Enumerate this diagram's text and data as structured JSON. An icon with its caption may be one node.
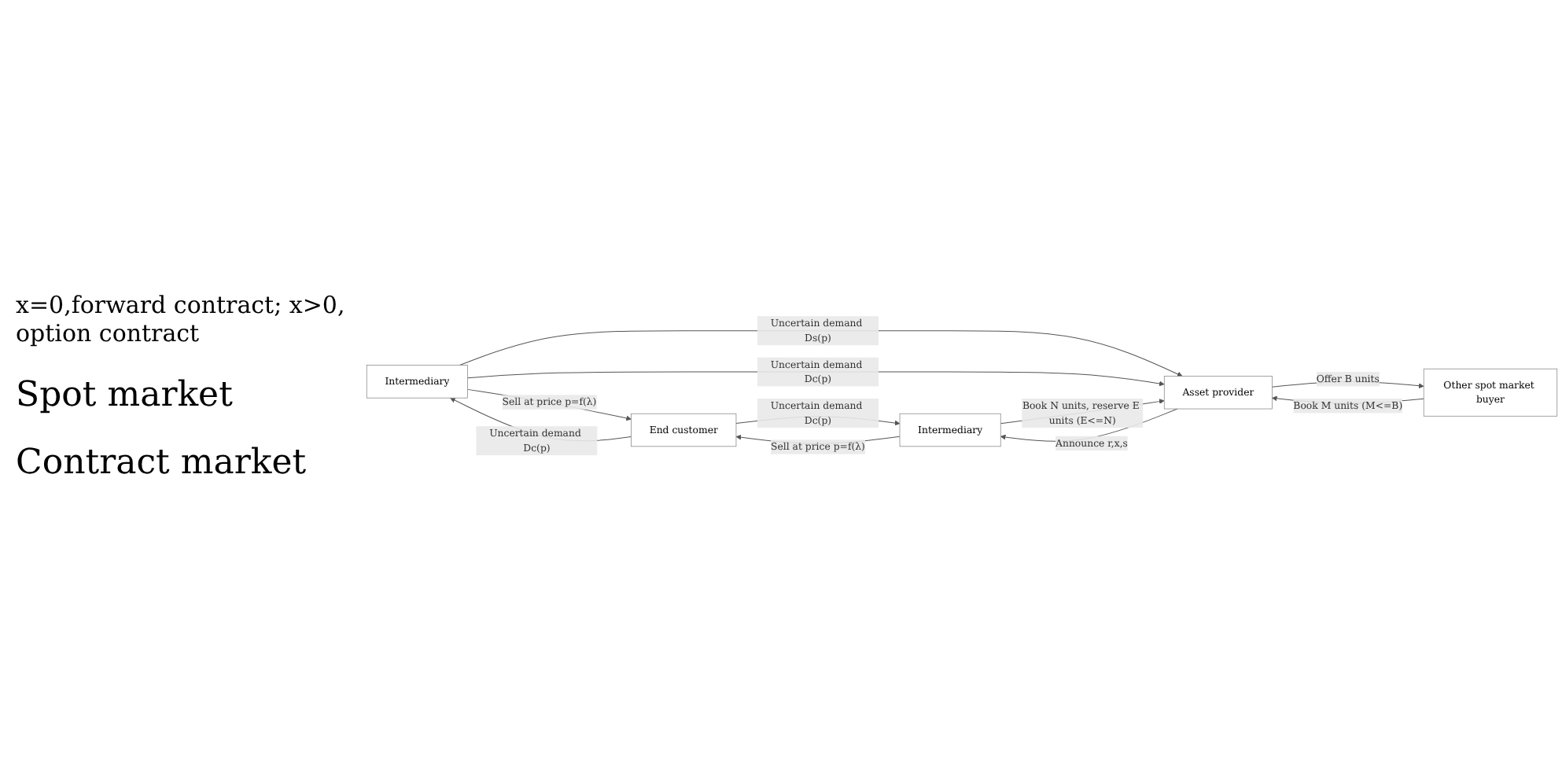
{
  "diagram": {
    "nodes": [
      {
        "text": [
          "Intermediary"
        ]
      },
      {
        "text": [
          "End customer"
        ]
      },
      {
        "text": [
          "Other spot market buyer"
        ]
      },
      {
        "text": [
          "Asset provider"
        ]
      },
      {
        "text": [
          "Intermediary"
        ]
      }
    ],
    "edges": [
      {
        "from": 0,
        "to": 1,
        "arrow": "to",
        "label": "Sell at price p=f(λ)"
      },
      {
        "from": 1,
        "to": 0,
        "arrow": "to",
        "label": "Uncertain demand Dc(p)"
      },
      {
        "from": 0,
        "to": 3,
        "arrow": "to",
        "label": "Uncertain demand Ds(p)"
      },
      {
        "from": 0,
        "to": 3,
        "arrow": "to",
        "label": "Uncertain demand Dc(p)"
      },
      {
        "from": 1,
        "to": 4,
        "arrow": "to",
        "label": "Uncertain demand Dc(p)"
      },
      {
        "from": 4,
        "to": 1,
        "arrow": "to",
        "label": "Sell at price p=f(λ)"
      },
      {
        "from": 3,
        "to": 2,
        "arrow": "to",
        "label": "Offer B units"
      },
      {
        "from": 2,
        "to": 3,
        "arrow": "to",
        "label": "Book M units (M<=B)"
      },
      {
        "from": 3,
        "to": 4,
        "arrow": "to",
        "label": "Announce r,x,s"
      },
      {
        "from": 4,
        "to": 3,
        "arrow": "to",
        "label": "Book N units, reserve E units (E<=N)"
      }
    ],
    "labels": [
      "x=0,forward contract; x>0, option contract",
      "Spot market",
      "Contract market"
    ]
  }
}
